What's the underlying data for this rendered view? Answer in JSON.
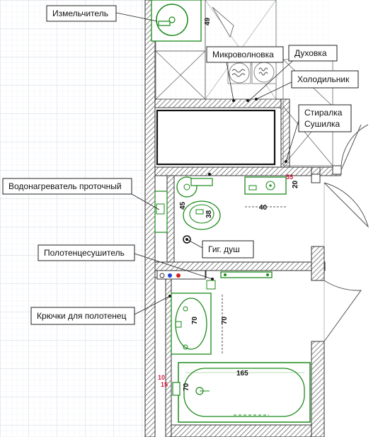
{
  "callouts": {
    "grinder": "Измельчитель",
    "microwave": "Микроволновка",
    "oven": "Духовка",
    "fridge": "Холодильник",
    "washer_line1": "Стиралка",
    "washer_line2": "Сушилка",
    "water_heater": "Водонагреватель проточный",
    "hygienic_shower": "Гиг. душ",
    "towel_warmer": "Полотенцесушитель",
    "towel_hooks": "Крючки для полотенец"
  },
  "dimensions": {
    "sink_kitchen": "49",
    "washbasin_height": "20",
    "washbasin_offset": "55",
    "washbasin_width": "40",
    "heater_width": "45",
    "toilet_depth": "38",
    "small_basin": "70",
    "room_length": "70",
    "bath_length": "165",
    "bath_width": "70",
    "mark_10": "10",
    "mark_15": "15"
  },
  "colors": {
    "fixture_green": "#1a8a1a",
    "dimension_red": "#d42040",
    "wall_hatch": "#555555",
    "grid": "#d8dfe8",
    "dot_blue": "#1f3fd6",
    "dot_red": "#d61f1f"
  },
  "icons": {
    "grinder": "sink-bowl-icon",
    "microwave": "wave-lines-icon",
    "oven": "fan-circle-icon"
  }
}
